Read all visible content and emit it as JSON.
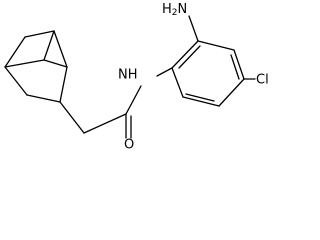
{
  "structure": {
    "atoms": {
      "amine_n": "N",
      "amine_h": "H",
      "amine_h_count": "2",
      "amide_nh": "NH",
      "chlorine": "Cl",
      "oxygen": "O"
    }
  }
}
